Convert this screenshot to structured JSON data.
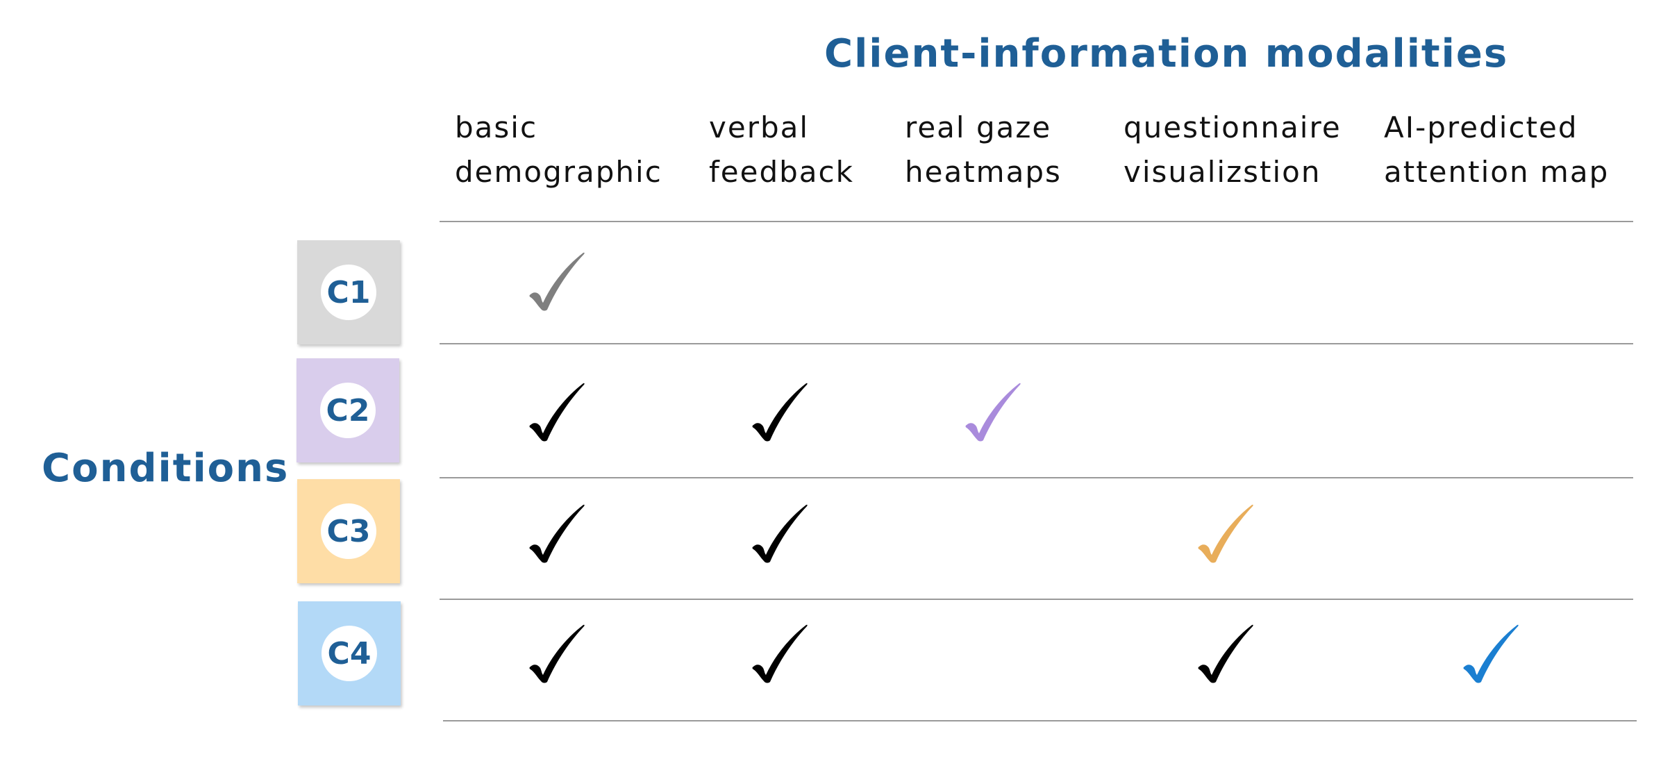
{
  "title": "Client-information modalities",
  "row_header_label": "Conditions",
  "columns": [
    {
      "line1": "basic",
      "line2": "demographic"
    },
    {
      "line1": "verbal",
      "line2": "feedback"
    },
    {
      "line1": "real gaze",
      "line2": "heatmaps"
    },
    {
      "line1": "questionnaire",
      "line2": "visualizstion"
    },
    {
      "line1": "AI-predicted",
      "line2": "attention map"
    }
  ],
  "conditions": [
    {
      "label": "C1",
      "box_color": "#d9d9d9",
      "checks": [
        {
          "col": 0,
          "color": "#7f7f7f"
        }
      ]
    },
    {
      "label": "C2",
      "box_color": "#d9cdec",
      "checks": [
        {
          "col": 0,
          "color": "#000000"
        },
        {
          "col": 1,
          "color": "#000000"
        },
        {
          "col": 2,
          "color": "#a98bdc"
        }
      ]
    },
    {
      "label": "C3",
      "box_color": "#fedda6",
      "checks": [
        {
          "col": 0,
          "color": "#000000"
        },
        {
          "col": 1,
          "color": "#000000"
        },
        {
          "col": 3,
          "color": "#e8ad5a"
        }
      ]
    },
    {
      "label": "C4",
      "box_color": "#b3d9f7",
      "checks": [
        {
          "col": 0,
          "color": "#000000"
        },
        {
          "col": 1,
          "color": "#000000"
        },
        {
          "col": 3,
          "color": "#000000"
        },
        {
          "col": 4,
          "color": "#1b7fd1"
        }
      ]
    }
  ],
  "icons": {
    "check": "check-mark-icon"
  }
}
